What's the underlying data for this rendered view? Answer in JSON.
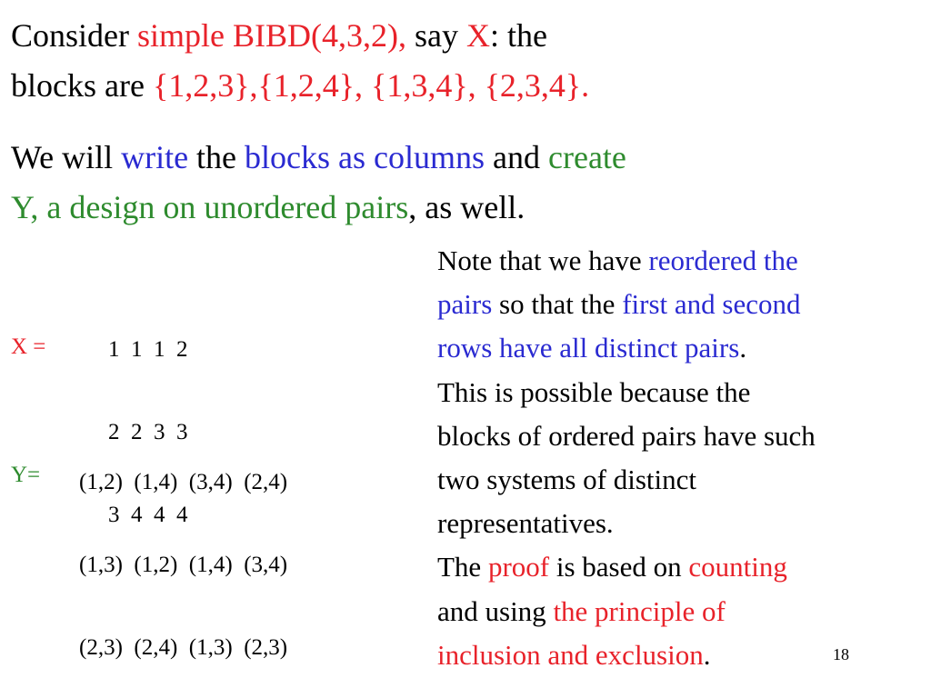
{
  "intro": {
    "l1_a": "Consider ",
    "l1_b": "simple BIBD(4,3,2),",
    "l1_c": " say ",
    "l1_d": "X",
    "l1_e": ": the",
    "l2_a": "blocks are ",
    "l2_b": "{1,2,3},{1,2,4}, {1,3,4}, {2,3,4}."
  },
  "plan": {
    "l1_a": "We will ",
    "l1_b": "write",
    "l1_c": " the ",
    "l1_d": "blocks as columns",
    "l1_e": " and ",
    "l1_f": "create",
    "l2_a": "Y, a design on unordered pairs",
    "l2_b": ", as well."
  },
  "x_matrix": {
    "label": "X =",
    "rows": [
      "1  1  1  2",
      "2  2  3  3",
      "3  4  4  4"
    ]
  },
  "y_matrix": {
    "label": "Y=",
    "rows": [
      "(1,2)  (1,4)  (3,4)  (2,4)",
      "(1,3)  (1,2)  (1,4)  (3,4)",
      "(2,3)  (2,4)  (1,3)  (2,3)"
    ]
  },
  "note": {
    "n1_a": "Note that we have ",
    "n1_b": "reordered the",
    "n2_a": "pairs",
    "n2_b": " so that  the ",
    "n2_c": "first and second",
    "n3_a": "rows have all distinct pairs",
    "n3_b": ".",
    "n4": "This is possible because the",
    "n5": "blocks of ordered pairs have such",
    "n6": "two systems of distinct",
    "n7": "representatives.",
    "n8_a": "The ",
    "n8_b": "proof",
    "n8_c": " is based on ",
    "n8_d": "counting",
    "n9_a": "and using ",
    "n9_b": "the principle of",
    "n10_a": "inclusion and exclusion",
    "n10_b": "."
  },
  "page_number": "18",
  "colors": {
    "red": "#e8222a",
    "blue": "#2a2ad1",
    "green": "#2e8b2e"
  }
}
